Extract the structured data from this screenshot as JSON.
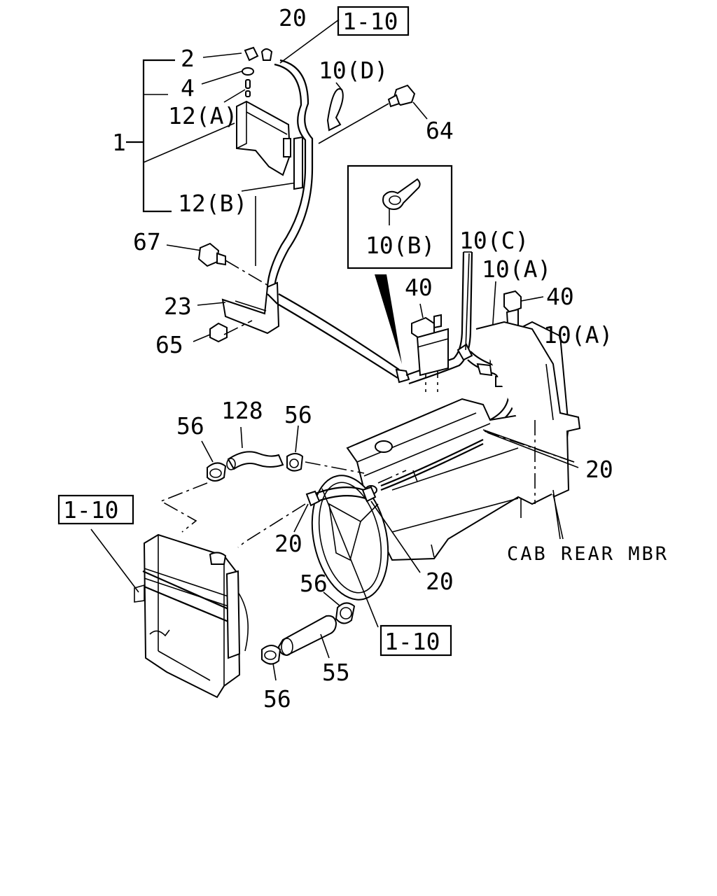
{
  "labels": {
    "p20_top": "20",
    "ref_top": "1-10",
    "p2": "2",
    "p4": "4",
    "p12a": "12(A)",
    "p1": "1",
    "p12b": "12(B)",
    "p10d": "10(D)",
    "p64": "64",
    "p10b": "10(B)",
    "p10c": "10(C)",
    "p10a_1": "10(A)",
    "p10a_2": "10(A)",
    "p40_1": "40",
    "p40_2": "40",
    "p67": "67",
    "p23": "23",
    "p65": "65",
    "p56_1": "56",
    "p128": "128",
    "p56_2": "56",
    "p20_right": "20",
    "ref_left": "1-10",
    "p20_mid1": "20",
    "p20_mid2": "20",
    "cab_rear": "CAB REAR MBR",
    "p56_3": "56",
    "ref_bottom": "1-10",
    "p55": "55",
    "p56_4": "56"
  }
}
